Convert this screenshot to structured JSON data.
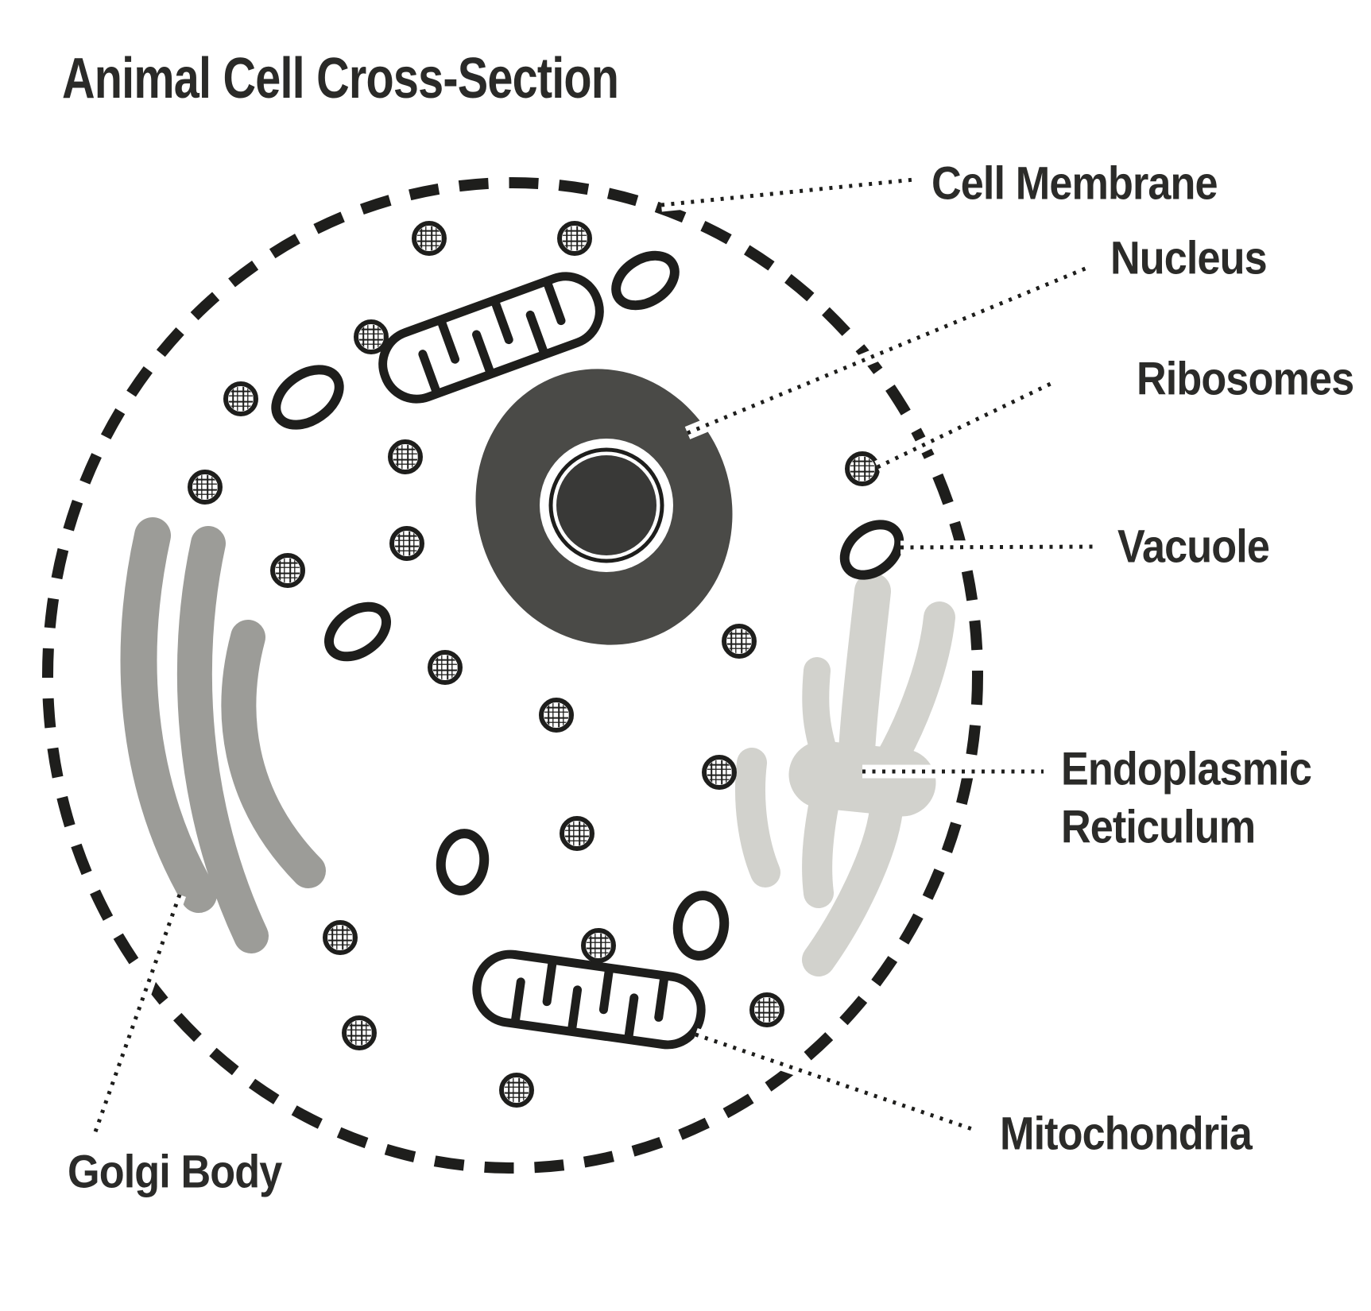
{
  "title": "Animal Cell Cross-Section",
  "labels": {
    "cell_membrane": "Cell Membrane",
    "nucleus": "Nucleus",
    "ribosomes": "Ribosomes",
    "vacuole": "Vacuole",
    "er_line1": "Endoplasmic",
    "er_line2": "Reticulum",
    "mitochondria": "Mitochondria",
    "golgi_body": "Golgi Body"
  },
  "colors": {
    "background": "#ffffff",
    "outline": "#1e1e1c",
    "nucleus_fill": "#4a4a47",
    "nucleolus_fill": "#393937",
    "golgi_fill": "#9c9c98",
    "er_fill": "#d2d2cd",
    "text": "#2b2b29"
  },
  "organelle_counts": {
    "mitochondria": 2,
    "ribosomes": 19,
    "vacuoles": 6,
    "golgi_stacks": 3,
    "nucleus": 1,
    "nucleolus": 1
  }
}
